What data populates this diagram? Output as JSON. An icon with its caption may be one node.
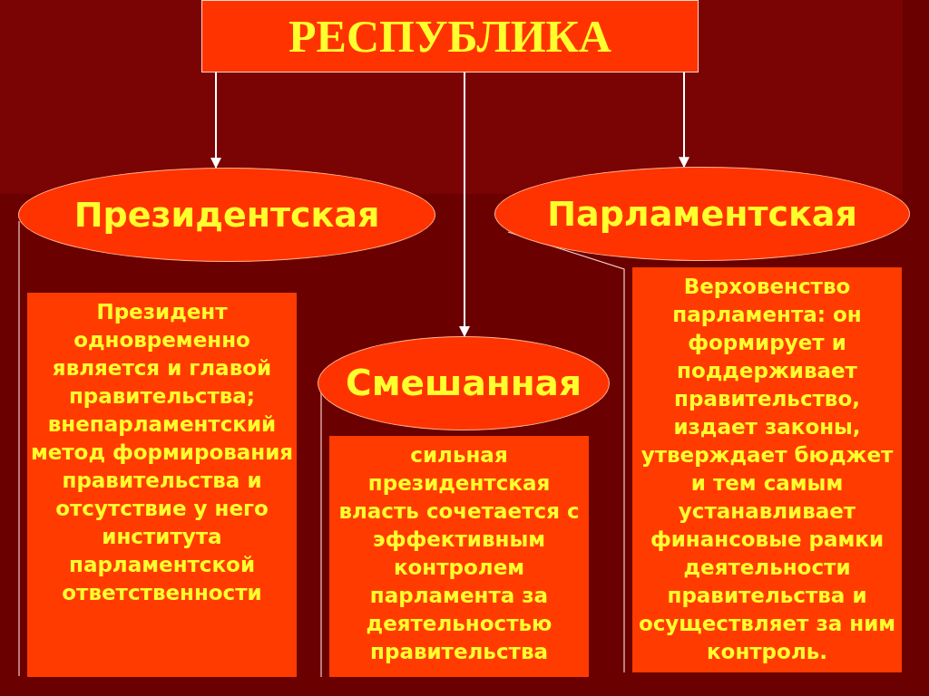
{
  "diagram": {
    "nodes": [
      {
        "text": [
          "РЕСПУБЛИКА"
        ]
      },
      {
        "text": [
          "Президентская"
        ]
      },
      {
        "text": [
          "Парламентская"
        ]
      },
      {
        "text": [
          "Смешанная"
        ]
      },
      {
        "text": [
          "Президент одновременно является и главой правительства; внепарламентский метод формирования правительства и отсутствие у него института парламентской ответственности"
        ]
      },
      {
        "text": [
          "сильная президентская власть сочетается с эффективным контролем парламента за деятельностью правительства"
        ]
      },
      {
        "text": [
          "Верховенство парламента: он формирует и поддерживает правительство, издает законы, утверждает бюджет и тем самым устанавливает финансовые рамки деятельности правительства и осуществляет за ним контроль."
        ]
      }
    ],
    "edges": [
      {
        "from": 0,
        "to": 1,
        "arrow": "to"
      },
      {
        "from": 0,
        "to": 3,
        "arrow": "to"
      },
      {
        "from": 0,
        "to": 2,
        "arrow": "to"
      }
    ]
  }
}
